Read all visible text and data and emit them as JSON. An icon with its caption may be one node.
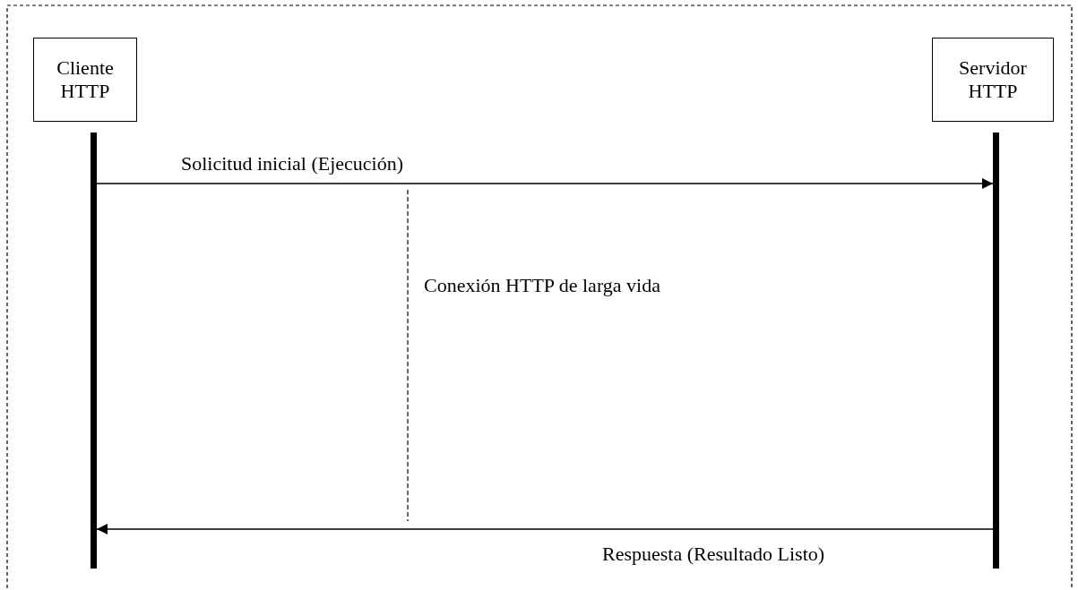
{
  "diagram": {
    "nodes": [
      {
        "text": [
          "Cliente HTTP"
        ]
      },
      {
        "text": [
          "Servidor HTTP"
        ]
      },
      {
        "text": [],
        "shape": "bar"
      },
      {
        "text": [],
        "shape": "bar"
      }
    ],
    "edges": [
      {
        "from": 2,
        "to": 3,
        "arrow": "to",
        "label": "Solicitud inicial (Ejecución)"
      },
      {
        "from": 3,
        "to": 2,
        "arrow": "to",
        "label": "Respuesta (Resultado Listo)"
      }
    ],
    "labels": [
      "Conexión HTTP de larga vida"
    ]
  }
}
